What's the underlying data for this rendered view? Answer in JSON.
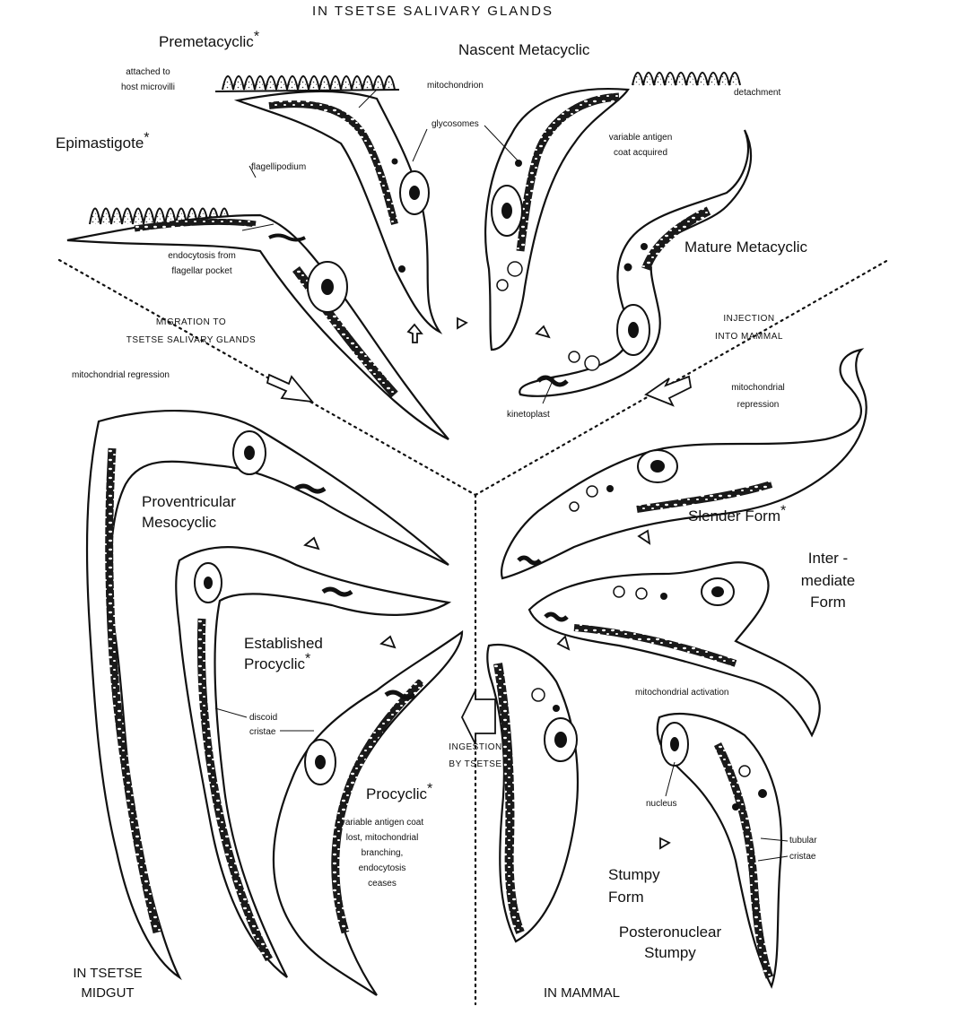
{
  "title": "IN  TSETSE  SALIVARY  GLANDS",
  "regions": {
    "midgut_line1": "IN TSETSE",
    "midgut_line2": "MIDGUT",
    "mammal": "IN MAMMAL"
  },
  "stages": {
    "premetacyclic": "Premetacyclic",
    "nascent_metacyclic": "Nascent Metacyclic",
    "epimastigote": "Epimastigote",
    "mature_metacyclic": "Mature Metacyclic",
    "proventricular_1": "Proventricular",
    "proventricular_2": "Mesocyclic",
    "established_1": "Established",
    "established_2": "Procyclic",
    "procyclic": "Procyclic",
    "slender": "Slender Form",
    "intermediate_1": "Inter -",
    "intermediate_2": "mediate",
    "intermediate_3": "Form",
    "stumpy_1": "Stumpy",
    "stumpy_2": "Form",
    "posteronuclear_1": "Posteronuclear",
    "posteronuclear_2": "Stumpy",
    "asterisk": "*"
  },
  "transitions": {
    "migration_1": "MIGRATION TO",
    "migration_2": "TSETSE SALIVARY GLANDS",
    "injection_1": "INJECTION",
    "injection_2": "INTO MAMMAL",
    "ingestion_1": "INGESTION",
    "ingestion_2": "BY TSETSE"
  },
  "annotations": {
    "attached_1": "attached to",
    "attached_2": "host microvilli",
    "mitochondrion": "mitochondrion",
    "glycosomes": "glycosomes",
    "detachment": "detachment",
    "flagellipodium": "flagellipodium",
    "variable_antigen_1": "variable antigen",
    "variable_antigen_2": "coat acquired",
    "endocytosis_1": "endocytosis from",
    "endocytosis_2": "flagellar pocket",
    "mito_regression": "mitochondrial regression",
    "kinetoplast": "kinetoplast",
    "mito_repression_1": "mitochondrial",
    "mito_repression_2": "repression",
    "discoid_1": "discoid",
    "discoid_2": "cristae",
    "mito_activation": "mitochondrial activation",
    "procyclic_note_1": "variable antigen coat",
    "procyclic_note_2": "lost, mitochondrial",
    "procyclic_note_3": "branching,",
    "procyclic_note_4": "endocytosis",
    "procyclic_note_5": "ceases",
    "nucleus": "nucleus",
    "tubular_1": "tubular",
    "tubular_2": "cristae"
  },
  "colors": {
    "ink": "#111111",
    "paper": "#ffffff"
  }
}
